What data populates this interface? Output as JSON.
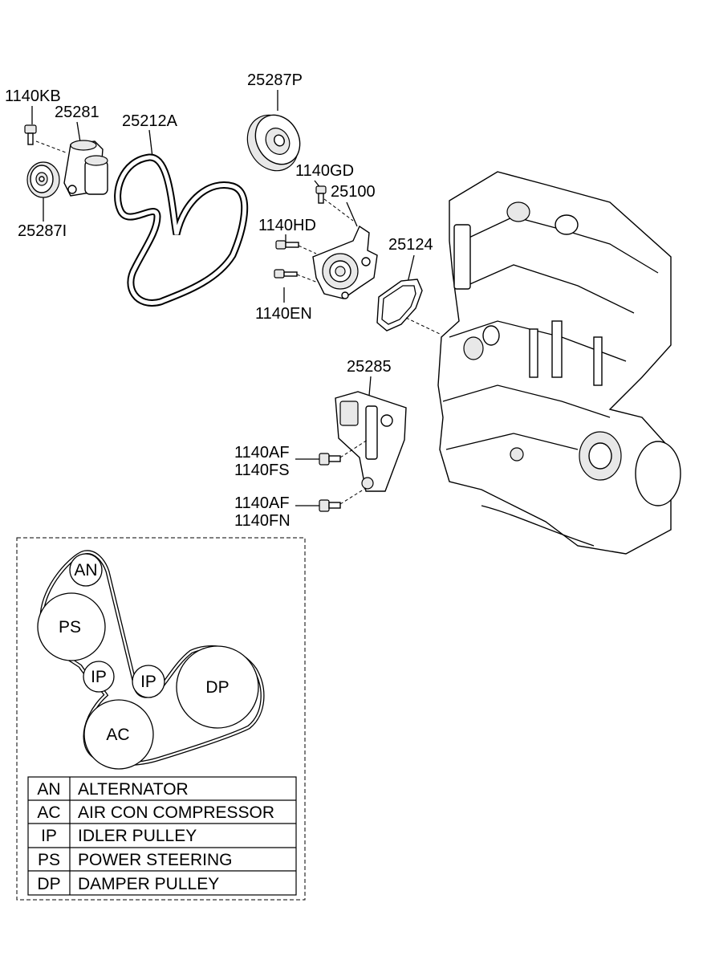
{
  "part_labels": {
    "p1140KB": "1140KB",
    "p25281": "25281",
    "p25212A": "25212A",
    "p25287P": "25287P",
    "p1140GD": "1140GD",
    "p25100": "25100",
    "p1140HD": "1140HD",
    "p25124": "25124",
    "p25287I": "25287I",
    "p1140EN": "1140EN",
    "p25285": "25285",
    "p1140AF_a": "1140AF",
    "p1140FS": "1140FS",
    "p1140AF_b": "1140AF",
    "p1140FN": "1140FN"
  },
  "routing": {
    "pulleys": {
      "an": "AN",
      "ps": "PS",
      "ip1": "IP",
      "ip2": "IP",
      "dp": "DP",
      "ac": "AC"
    }
  },
  "legend": {
    "rows": [
      {
        "code": "AN",
        "name": "ALTERNATOR"
      },
      {
        "code": "AC",
        "name": "AIR CON COMPRESSOR"
      },
      {
        "code": "IP",
        "name": "IDLER PULLEY"
      },
      {
        "code": "PS",
        "name": "POWER STEERING"
      },
      {
        "code": "DP",
        "name": "DAMPER PULLEY"
      }
    ]
  }
}
